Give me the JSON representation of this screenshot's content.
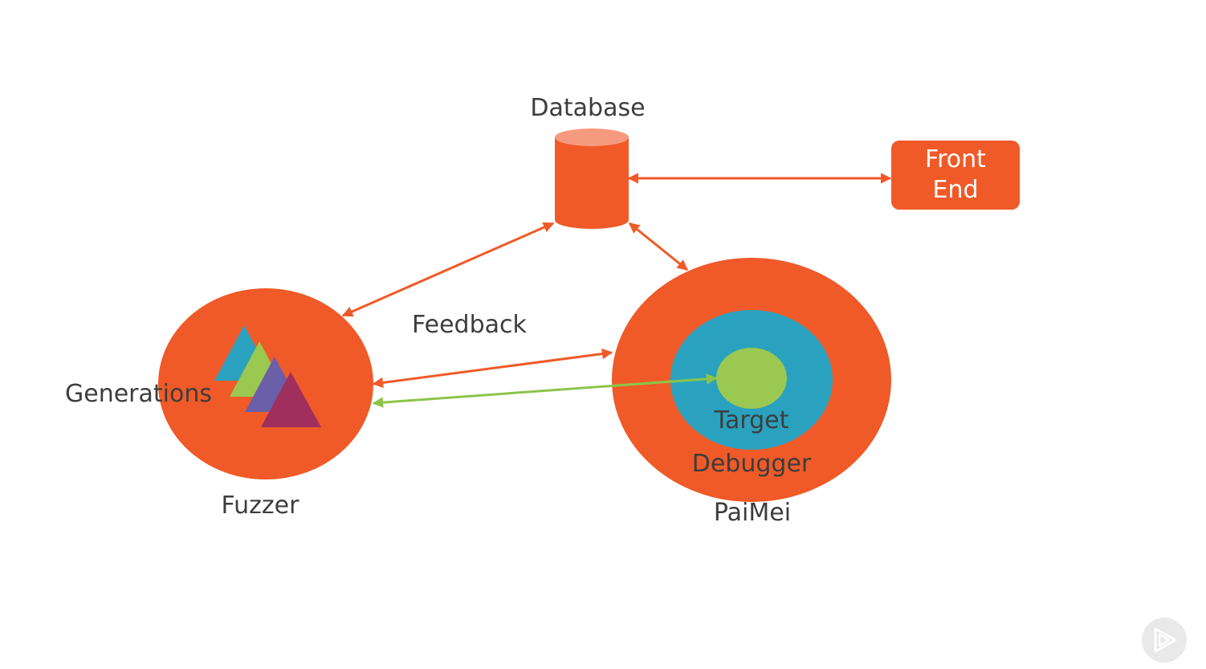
{
  "labels": {
    "database": "Database",
    "front_end_line1": "Front",
    "front_end_line2": "End",
    "feedback": "Feedback",
    "generations": "Generations",
    "fuzzer": "Fuzzer",
    "target": "Target",
    "debugger": "Debugger",
    "paimei": "PaiMei"
  },
  "colors": {
    "primary_orange": "#ef5a28",
    "cylinder_top": "#f69a7f",
    "debugger_teal": "#2aa1bf",
    "target_green": "#9bc850",
    "feedback_arrow_green": "#8cc44a",
    "gen_triangle_1": "#2aa1bf",
    "gen_triangle_2": "#9bc850",
    "gen_triangle_3": "#6a5fa8",
    "gen_triangle_4": "#a02f5e",
    "text": "#3d3d3d"
  },
  "icons": {
    "corner_logo": "play-logo-icon"
  }
}
